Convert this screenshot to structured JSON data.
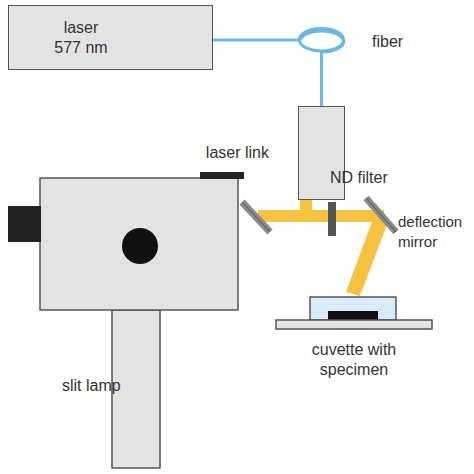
{
  "diagram": {
    "nodes": [
      {
        "text": [
          "laser 577 nm"
        ]
      },
      {
        "text": [
          "laser link"
        ]
      }
    ],
    "edges": [
      {
        "from": 0,
        "to": 1,
        "arrow": "none"
      }
    ],
    "labels": [
      "fiber",
      "ND filter",
      "deflection mirror",
      "slit lamp",
      "cuvette with specimen"
    ]
  }
}
